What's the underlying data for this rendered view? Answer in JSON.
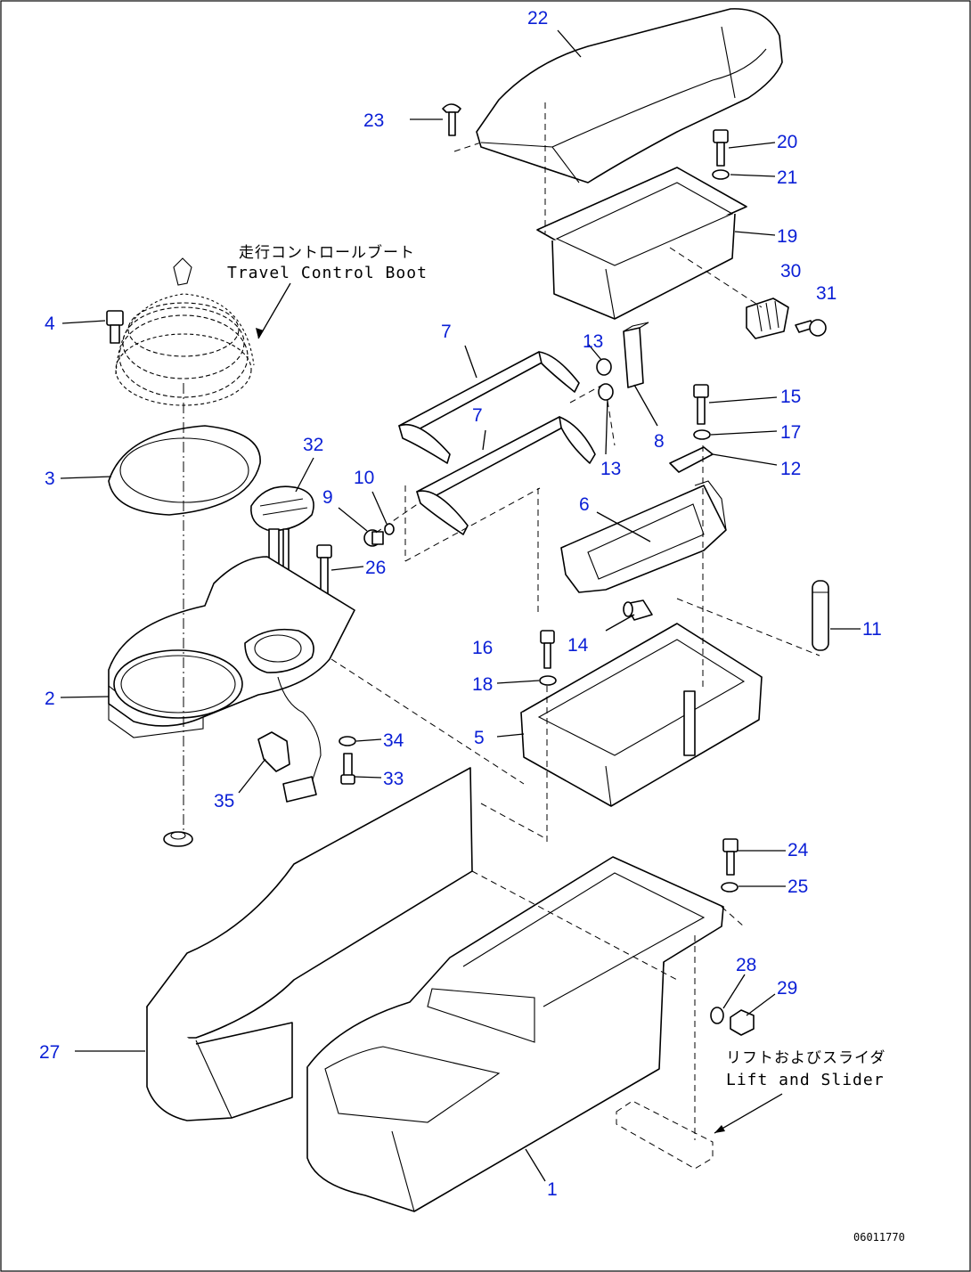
{
  "notes": {
    "boot_jp": "走行コントロールブート",
    "boot_en": "Travel Control Boot",
    "lift_jp": "リフトおよびスライダ",
    "lift_en": "Lift and Slider"
  },
  "drawing_code": "06011770",
  "callouts": [
    "1",
    "2",
    "3",
    "4",
    "5",
    "6",
    "7",
    "7",
    "8",
    "9",
    "10",
    "11",
    "12",
    "13",
    "13",
    "14",
    "15",
    "16",
    "17",
    "18",
    "19",
    "20",
    "21",
    "22",
    "23",
    "24",
    "25",
    "26",
    "27",
    "28",
    "29",
    "30",
    "31",
    "32",
    "33",
    "34",
    "35"
  ],
  "colors": {
    "callout": "#0a1fd6",
    "line": "#000000"
  }
}
